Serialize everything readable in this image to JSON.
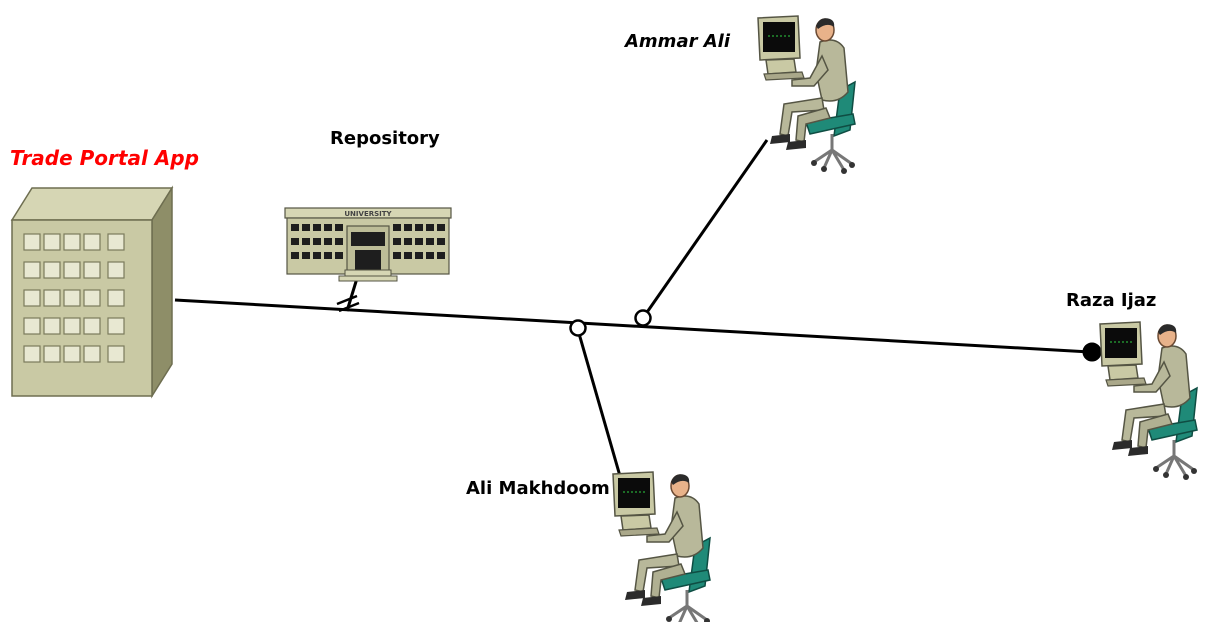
{
  "nodes": {
    "trade_portal_app": {
      "label": "Trade Portal App",
      "icon": "office-building-icon"
    },
    "repository": {
      "label": "Repository",
      "icon": "university-building-icon",
      "building_sign": "UNIVERSITY"
    },
    "ammar_ali": {
      "label": "Ammar Ali",
      "icon": "user-workstation-icon"
    },
    "raza_ijaz": {
      "label": "Raza Ijaz",
      "icon": "user-workstation-icon"
    },
    "ali_makhdoom": {
      "label": "Ali Makhdoom",
      "icon": "user-workstation-icon"
    }
  },
  "colors": {
    "app_label": "#ff0000",
    "building_fill": "#c9c9a4",
    "building_side": "#8e8e68",
    "person_suit": "#b8b89a",
    "chair": "#1f8a78",
    "monitor_screen": "#0b0b0b",
    "line": "#000000"
  }
}
